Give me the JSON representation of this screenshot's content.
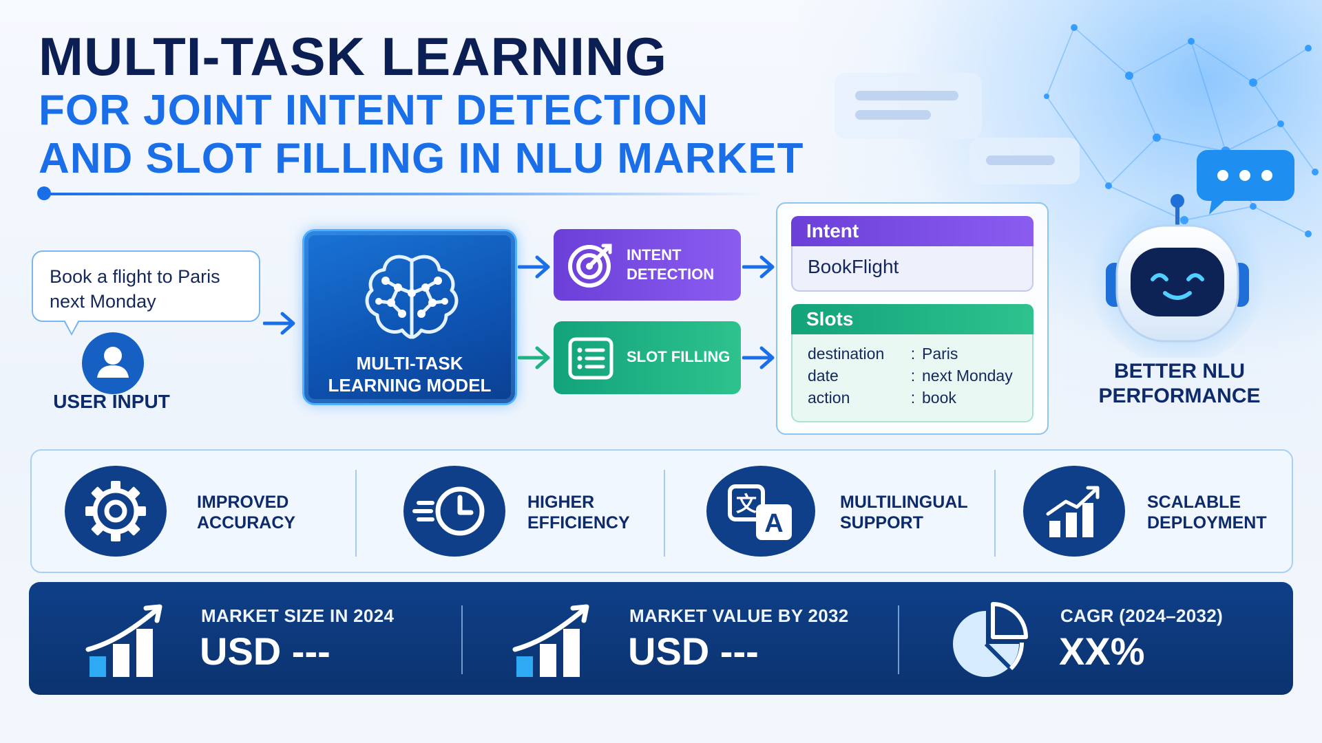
{
  "title": {
    "line1": "MULTI-TASK LEARNING",
    "line2": "FOR JOINT INTENT DETECTION",
    "line3": "AND SLOT FILLING IN NLU MARKET"
  },
  "user": {
    "utterance_line1": "Book a flight to Paris",
    "utterance_line2": "next Monday",
    "label": "USER INPUT"
  },
  "model": {
    "label_line1": "MULTI-TASK",
    "label_line2": "LEARNING MODEL"
  },
  "tasks": {
    "intent_line1": "INTENT",
    "intent_line2": "DETECTION",
    "slot": "SLOT FILLING"
  },
  "output": {
    "intent_header": "Intent",
    "intent_value": "BookFlight",
    "slots_header": "Slots",
    "slots": [
      {
        "key": "destination",
        "sep": ":",
        "value": "Paris"
      },
      {
        "key": "date",
        "sep": ":",
        "value": "next Monday"
      },
      {
        "key": "action",
        "sep": ":",
        "value": "book"
      }
    ]
  },
  "robot": {
    "label_line1": "BETTER NLU",
    "label_line2": "PERFORMANCE"
  },
  "benefits": [
    {
      "line1": "IMPROVED",
      "line2": "ACCURACY",
      "icon": "gear-icon"
    },
    {
      "line1": "HIGHER",
      "line2": "EFFICIENCY",
      "icon": "clock-icon"
    },
    {
      "line1": "MULTILINGUAL",
      "line2": "SUPPORT",
      "icon": "translate-icon"
    },
    {
      "line1": "SCALABLE",
      "line2": "DEPLOYMENT",
      "icon": "growth-chart-icon"
    }
  ],
  "market": [
    {
      "label": "MARKET SIZE IN 2024",
      "value": "USD ---",
      "icon": "growth-chart-icon"
    },
    {
      "label": "MARKET VALUE BY 2032",
      "value": "USD ---",
      "icon": "growth-chart-icon"
    },
    {
      "label": "CAGR (2024–2032)",
      "value": "XX%",
      "icon": "pie-chart-icon"
    }
  ],
  "colors": {
    "navy": "#0b1f55",
    "blue": "#1a6fe8",
    "intent_purple": "#7c4ce8",
    "slot_green": "#1fb384",
    "market_band": "#0f3f88"
  }
}
